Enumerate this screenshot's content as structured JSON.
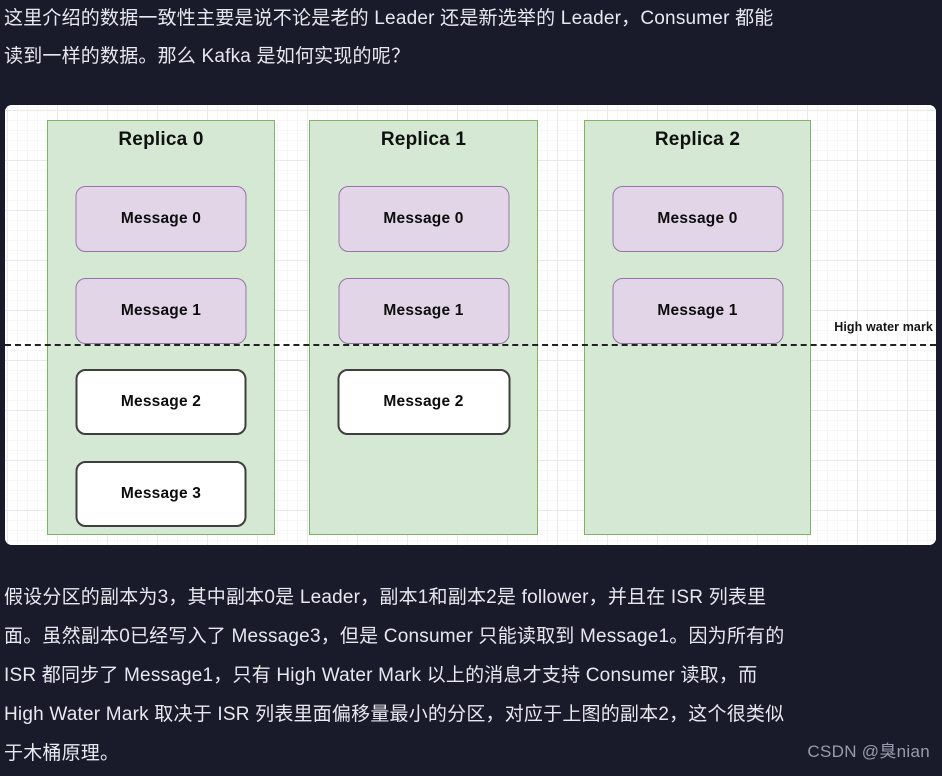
{
  "page": {
    "background_color": "#191a2a",
    "text_color": "#e8e8ef"
  },
  "article": {
    "intro_lines": [
      "这里介绍的数据一致性主要是说不论是老的 Leader 还是新选举的 Leader，Consumer 都能",
      "读到一样的数据。那么 Kafka 是如何实现的呢？"
    ],
    "conclusion_lines": [
      "假设分区的副本为3，其中副本0是 Leader，副本1和副本2是 follower，并且在 ISR 列表里",
      "面。虽然副本0已经写入了 Message3，但是 Consumer 只能读取到 Message1。因为所有的",
      "ISR 都同步了 Message1，只有 High Water Mark 以上的消息才支持 Consumer 读取，而",
      "High Water Mark 取决于 ISR 列表里面偏移量最小的分区，对应于上图的副本2，这个很类似",
      "于木桶原理。"
    ]
  },
  "diagram": {
    "type": "kafka-replica-high-water-mark",
    "colors": {
      "panel_bg": "#ffffff",
      "grid_line": "#e9e9e9",
      "replica_fill": "#d5e8d4",
      "replica_stroke": "#82b366",
      "committed_fill": "#e1d5e7",
      "committed_stroke": "#9673a6",
      "uncommitted_fill": "#ffffff",
      "uncommitted_stroke": "#3f3f3f",
      "hwm_line": "#222222"
    },
    "high_water_mark": {
      "label": "High water mark",
      "after_offset": 1
    },
    "replicas": [
      {
        "title": "Replica 0",
        "role": "Leader",
        "messages": [
          {
            "label": "Message 0",
            "state": "committed"
          },
          {
            "label": "Message 1",
            "state": "committed"
          },
          {
            "label": "Message 2",
            "state": "uncommitted"
          },
          {
            "label": "Message 3",
            "state": "uncommitted"
          }
        ]
      },
      {
        "title": "Replica 1",
        "role": "follower",
        "messages": [
          {
            "label": "Message 0",
            "state": "committed"
          },
          {
            "label": "Message 1",
            "state": "committed"
          },
          {
            "label": "Message 2",
            "state": "uncommitted"
          }
        ]
      },
      {
        "title": "Replica 2",
        "role": "follower",
        "messages": [
          {
            "label": "Message 0",
            "state": "committed"
          },
          {
            "label": "Message 1",
            "state": "committed"
          }
        ]
      }
    ]
  },
  "watermark": {
    "text": "CSDN @臭nian"
  }
}
